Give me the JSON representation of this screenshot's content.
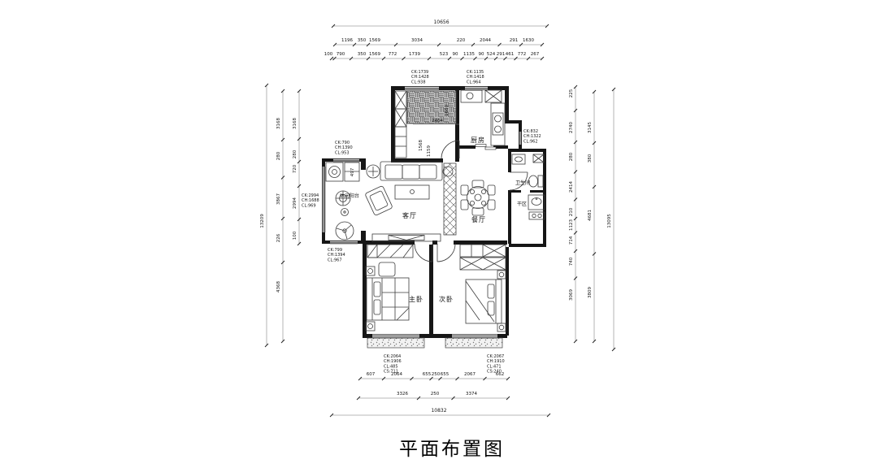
{
  "title": "平面布置图",
  "rooms": {
    "kitchen": "厨房",
    "dining": "餐厅",
    "living": "客厅",
    "balcony": "休闲阳台",
    "bathroom": "卫生间",
    "dry_area": "干区",
    "master_bedroom": "主卧",
    "second_bedroom": "次卧"
  },
  "dims": {
    "top_total": "10656",
    "top_row2": [
      "1196",
      "350",
      "1569",
      "3034",
      "220",
      "2044",
      "291",
      "1630"
    ],
    "top_row3": [
      "100",
      "790",
      "350",
      "1569",
      "772",
      "1739",
      "523",
      "90",
      "1135",
      "90",
      "524",
      "291",
      "461",
      "772",
      "267"
    ],
    "bottom_row1": [
      "607",
      "2064",
      "655",
      "250",
      "655",
      "2067",
      "662"
    ],
    "bottom_row2": [
      "3326",
      "250",
      "3374"
    ],
    "bottom_total": "10832",
    "left_total": "13209",
    "left_outer": [
      "3168",
      "280",
      "3867",
      "226",
      "4368"
    ],
    "left_inner": [
      "3168",
      "280",
      "720",
      "2994",
      "100"
    ],
    "right_inner": [
      "225",
      "2740",
      "280",
      "2414",
      "210",
      "1123",
      "714",
      "740",
      "3069"
    ],
    "right_mid": [
      "3145",
      "380",
      "4681",
      "3809"
    ],
    "right_total": "13095",
    "interior": [
      "2464",
      "1660",
      "1568",
      "1159",
      "497"
    ]
  },
  "window_labels": {
    "w1": [
      "CK:1739",
      "CH:1428",
      "CL:938"
    ],
    "w2": [
      "CK:1135",
      "CH:1418",
      "CL:964"
    ],
    "w3": [
      "CK:832",
      "CH:1322",
      "CL:962"
    ],
    "w4": [
      "CK:790",
      "CH:1390",
      "CL:953"
    ],
    "w5": [
      "CK:2994",
      "CH:1688",
      "CL:969"
    ],
    "w6": [
      "CK:799",
      "CH:1394",
      "CL:967"
    ],
    "w7": [
      "CK:2064",
      "CH:1906",
      "CL:485",
      "CS:711"
    ],
    "w8": [
      "CK:2067",
      "CH:1910",
      "CL:471",
      "CS:240"
    ]
  },
  "colors": {
    "line": "#161616",
    "dim": "#222222",
    "fill_gray": "#c9c9c9"
  }
}
